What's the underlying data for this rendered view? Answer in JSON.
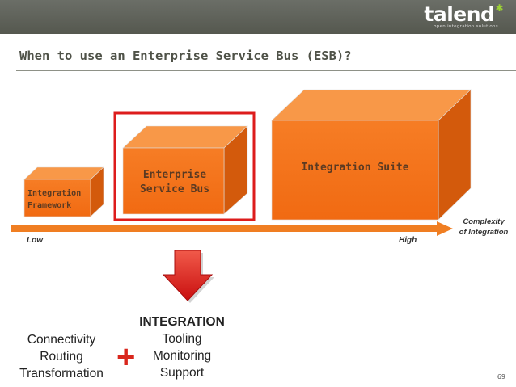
{
  "header": {
    "logo_text": "talend",
    "tagline": "open integration solutions"
  },
  "slide": {
    "title": "When to use an Enterprise Service Bus (ESB)?",
    "page_number": "69"
  },
  "diagram": {
    "boxes": [
      {
        "line1": "Integration",
        "line2": "Framework"
      },
      {
        "line1": "Enterprise",
        "line2": "Service Bus",
        "highlighted": true
      },
      {
        "line1": "Integration Suite"
      }
    ],
    "axis": {
      "low": "Low",
      "high": "High",
      "title_line1": "Complexity",
      "title_line2": "of Integration"
    },
    "colors": {
      "box_front": "#f4731a",
      "box_top": "#f89848",
      "box_side": "#d35a0c",
      "arrow": "#f07e22",
      "highlight": "#dd1c1c"
    }
  },
  "bottom": {
    "left_list": [
      "Connectivity",
      "Routing",
      "Transformation"
    ],
    "plus": "+",
    "right_title": "INTEGRATION",
    "right_list": [
      "Tooling",
      "Monitoring",
      "Support"
    ]
  }
}
